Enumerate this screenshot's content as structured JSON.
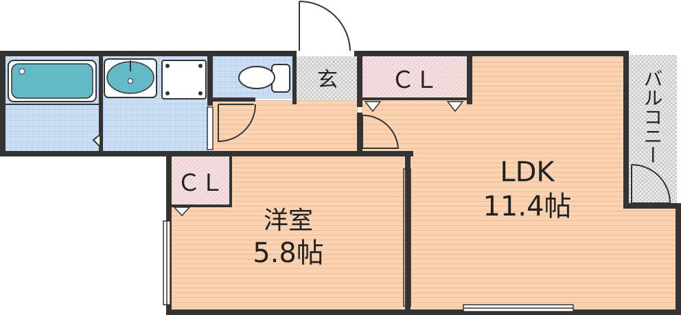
{
  "rooms": {
    "closet_top": "ＣＬ",
    "entrance": "玄",
    "ldk_name": "LDK",
    "ldk_size": "11.4帖",
    "western_name": "洋室",
    "western_size": "5.8帖",
    "closet_left": "ＣＬ",
    "balcony": "バルコニー"
  },
  "colors": {
    "wall": "#333333",
    "flooring": "#f9d3b2",
    "flooring_line": "#efbd98",
    "wet_area_tile": "#c9def3",
    "wet_area_grid": "#a7c5e6",
    "closet": "#f3dede",
    "entrance_tile": "#e6e6e6",
    "bathtub": "#64b9c9"
  }
}
